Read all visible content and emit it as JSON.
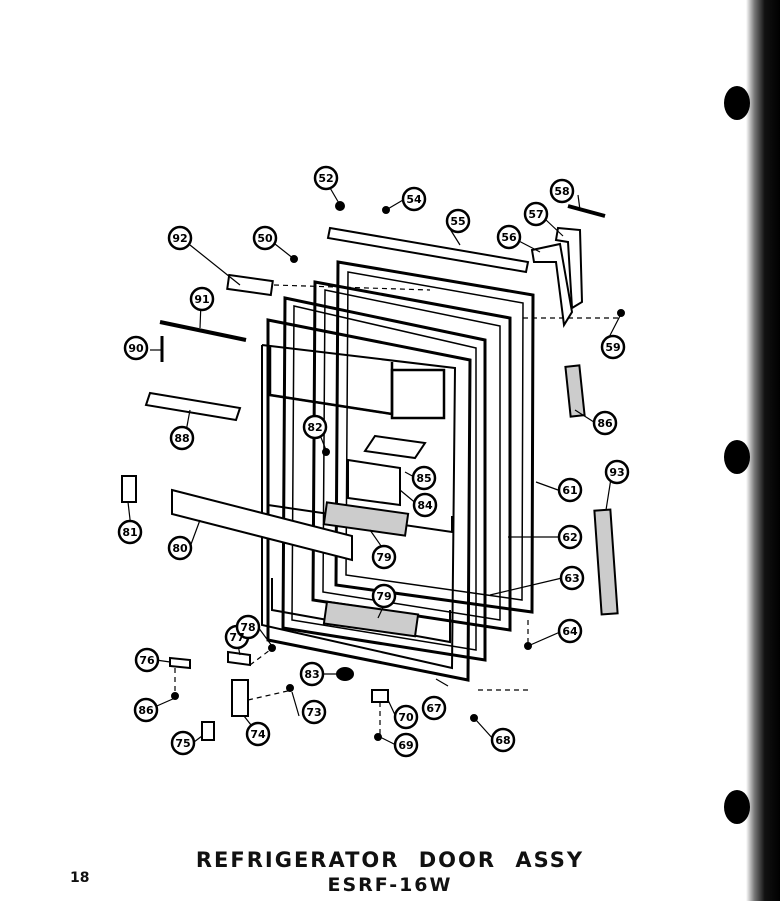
{
  "title": "REFRIGERATOR DOOR ASSY",
  "model": "ESRF-16W",
  "page_number": "18",
  "callouts": [
    "52",
    "54",
    "55",
    "58",
    "57",
    "56",
    "50",
    "92",
    "91",
    "90",
    "59",
    "88",
    "82",
    "86",
    "85",
    "84",
    "93",
    "81",
    "61",
    "80",
    "62",
    "79",
    "63",
    "79",
    "64",
    "77",
    "78",
    "76",
    "83",
    "73",
    "70",
    "67",
    "86",
    "74",
    "69",
    "68",
    "75"
  ]
}
